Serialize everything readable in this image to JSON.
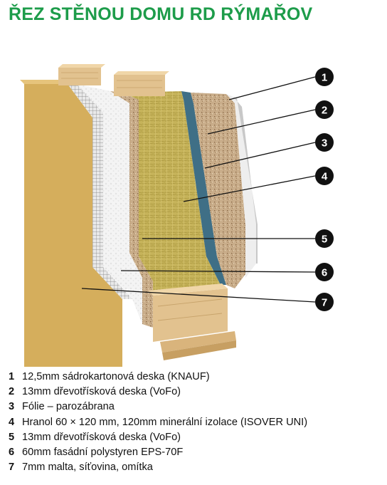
{
  "title": "ŘEZ STĚNOU DOMU RD RÝMAŘOV",
  "colors": {
    "title": "#1d9c4a",
    "gypsum_board": "#eeeeee",
    "chipboard": "#c9ad8a",
    "vapor_foil": "#3f6f86",
    "mineral_wool": "#c6b35a",
    "polystyrene": "#f4f4f4",
    "plaster": "#d5ae5c",
    "timber": "#e2c28f",
    "marker": "#111111"
  },
  "markers": [
    {
      "number": "1",
      "layer": "12,5mm sádrokartonová deska (KNAUF)"
    },
    {
      "number": "2",
      "layer": "13mm dřevotřísková deska (VoFo)"
    },
    {
      "number": "3",
      "layer": "Fólie – parozábrana"
    },
    {
      "number": "4",
      "layer": "Hranol 60 × 120 mm, 120mm minerální izolace (ISOVER UNI)"
    },
    {
      "number": "5",
      "layer": "13mm dřevotřísková deska (VoFo)"
    },
    {
      "number": "6",
      "layer": "60mm fasádní polystyren EPS-70F"
    },
    {
      "number": "7",
      "layer": "7mm malta, síťovina, omítka"
    }
  ],
  "legend": [
    {
      "number": "1",
      "text": "12,5mm sádrokartonová deska (KNAUF)"
    },
    {
      "number": "2",
      "text": "13mm dřevotřísková deska (VoFo)"
    },
    {
      "number": "3",
      "text": "Fólie – parozábrana"
    },
    {
      "number": "4",
      "text": "Hranol 60 × 120 mm, 120mm minerální izolace (ISOVER UNI)"
    },
    {
      "number": "5",
      "text": "13mm dřevotřísková deska (VoFo)"
    },
    {
      "number": "6",
      "text": "60mm fasádní polystyren EPS-70F"
    },
    {
      "number": "7",
      "text": "7mm malta, síťovina, omítka"
    }
  ]
}
